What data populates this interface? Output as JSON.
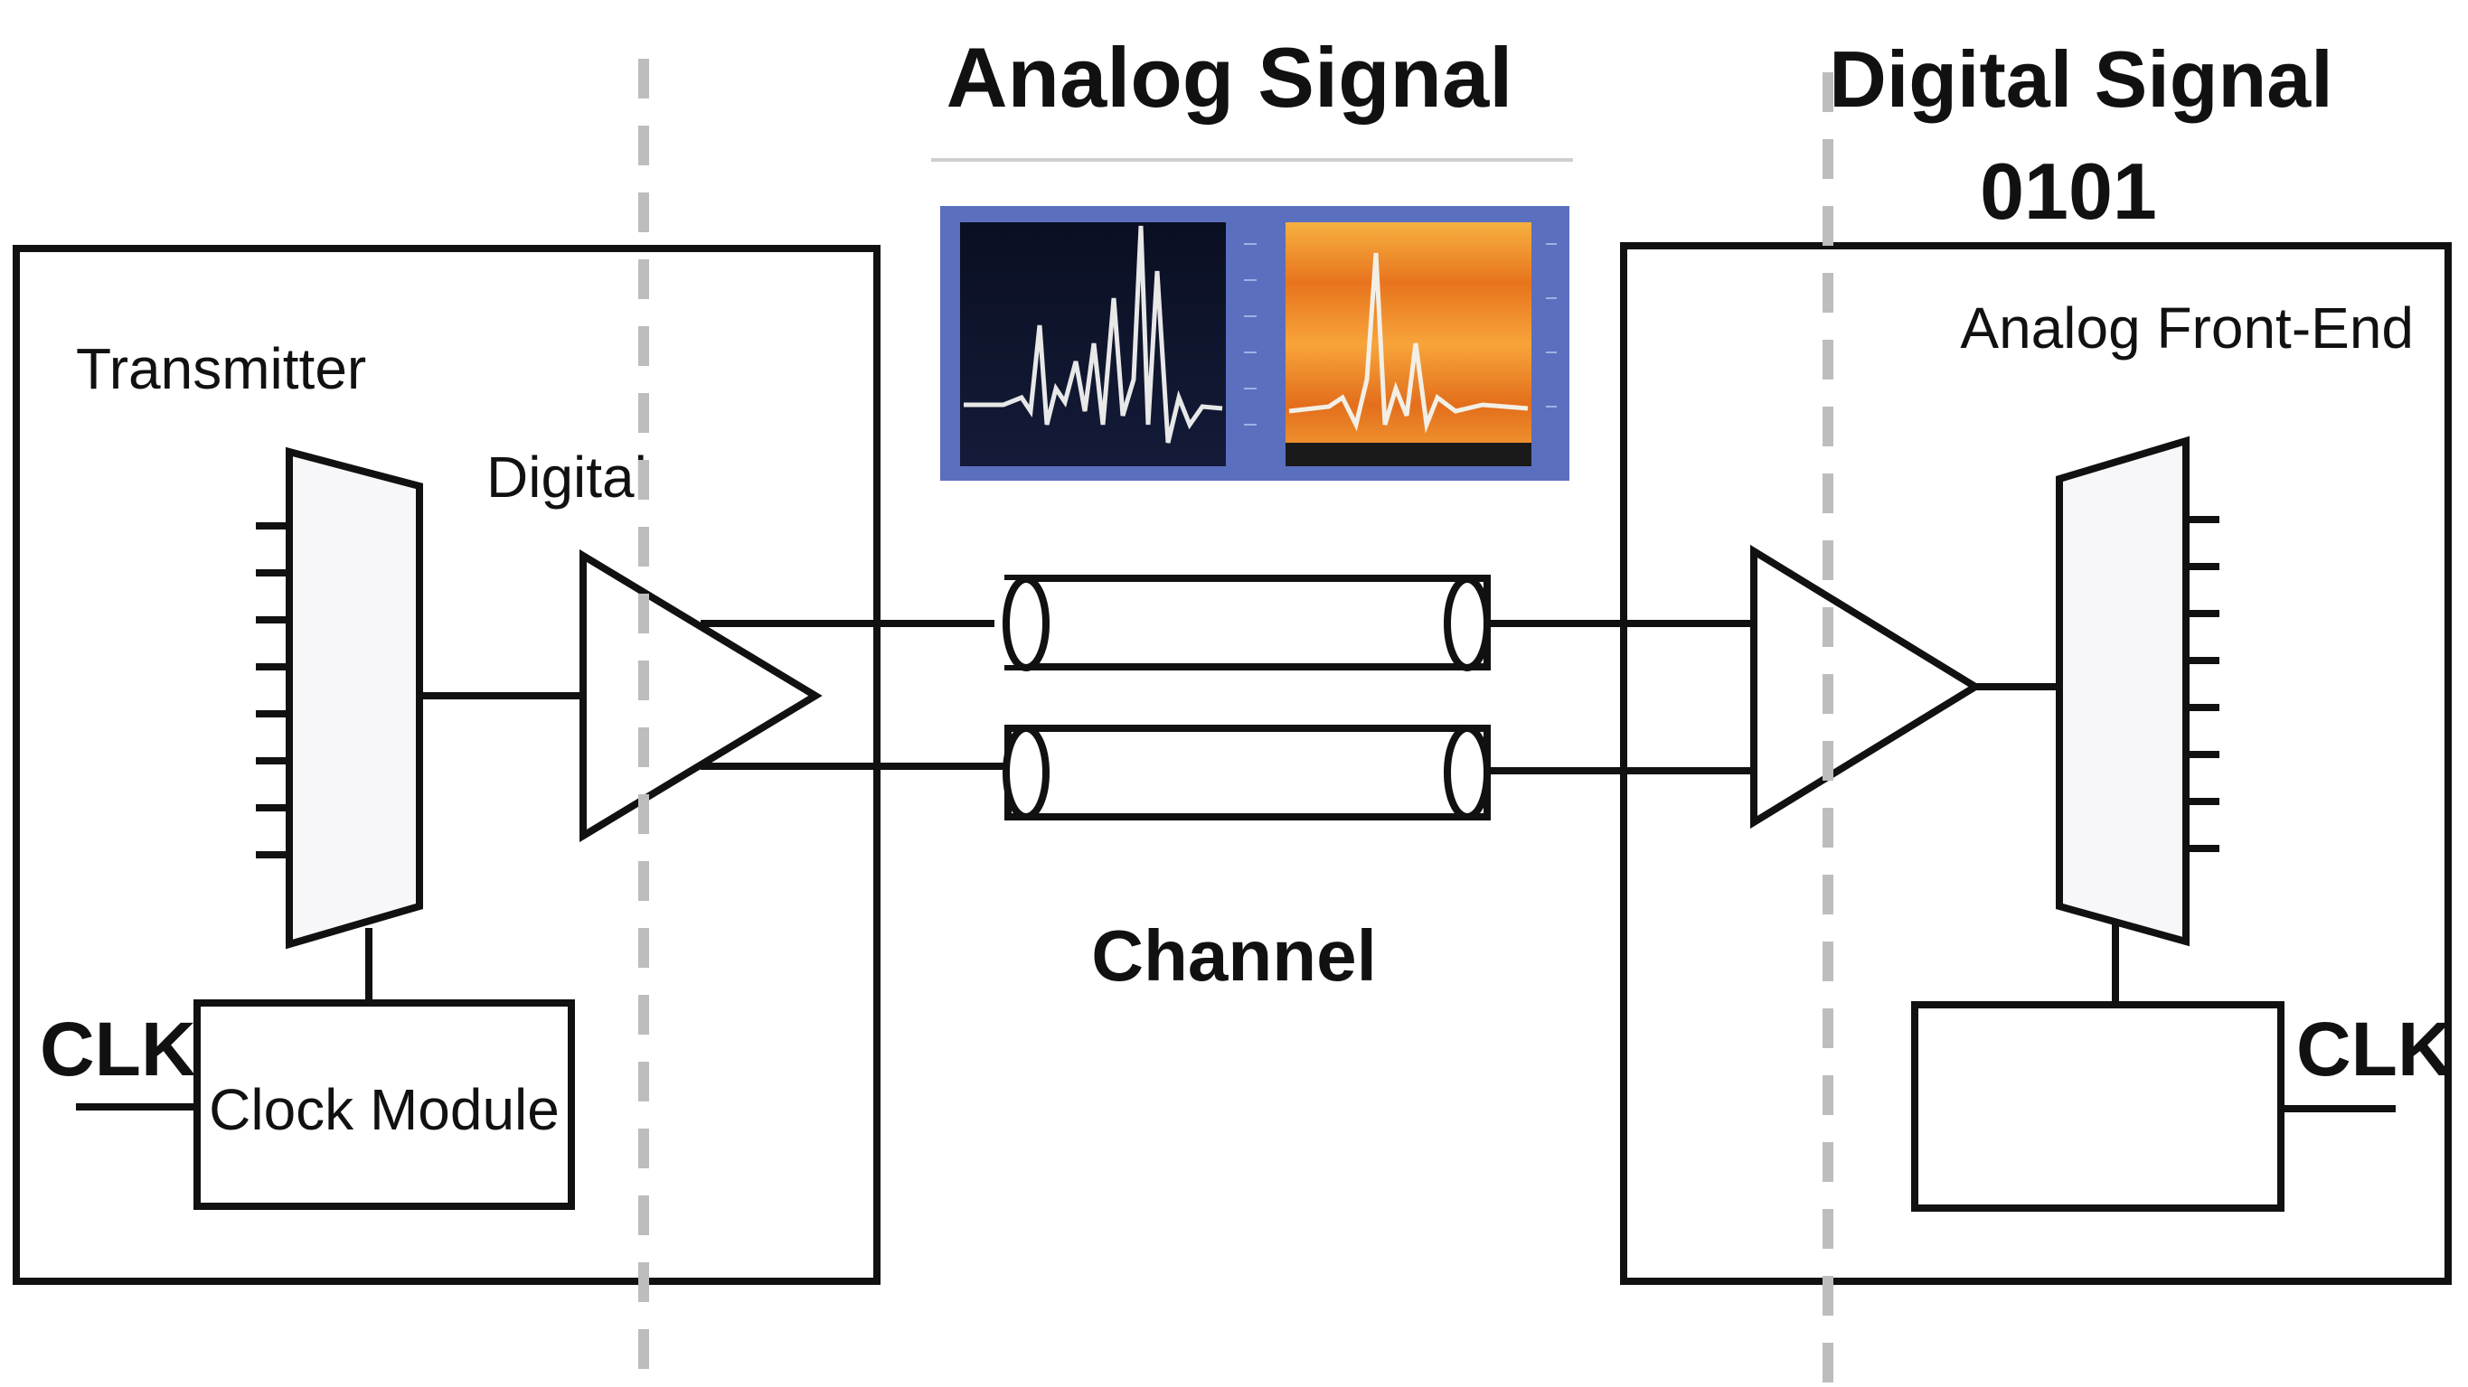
{
  "titles": {
    "analog_signal": "Analog Signal",
    "digital_signal": "Digital Signal",
    "digital_value": "0101"
  },
  "transmitter": {
    "label": "Transmitter",
    "digital_label": "Digital",
    "clock_module_label": "Clock Module",
    "clk_label": "CLK"
  },
  "channel": {
    "label": "Channel"
  },
  "receiver": {
    "label": "Analog Front-End",
    "clk_label": "CLK"
  },
  "colors": {
    "line": "#111111",
    "divider": "#bdbdbd",
    "scope_frame": "#5a6fc0",
    "scope_dark_bg": "#0c1226",
    "scope_warm_bg": "#f08a2a",
    "waveform": "#e8e8e8"
  },
  "icons": {
    "serializer": "multiplexer-trapezoid",
    "driver": "amplifier-triangle",
    "cable": "coaxial-cable",
    "scope": "oscilloscope-screens"
  }
}
